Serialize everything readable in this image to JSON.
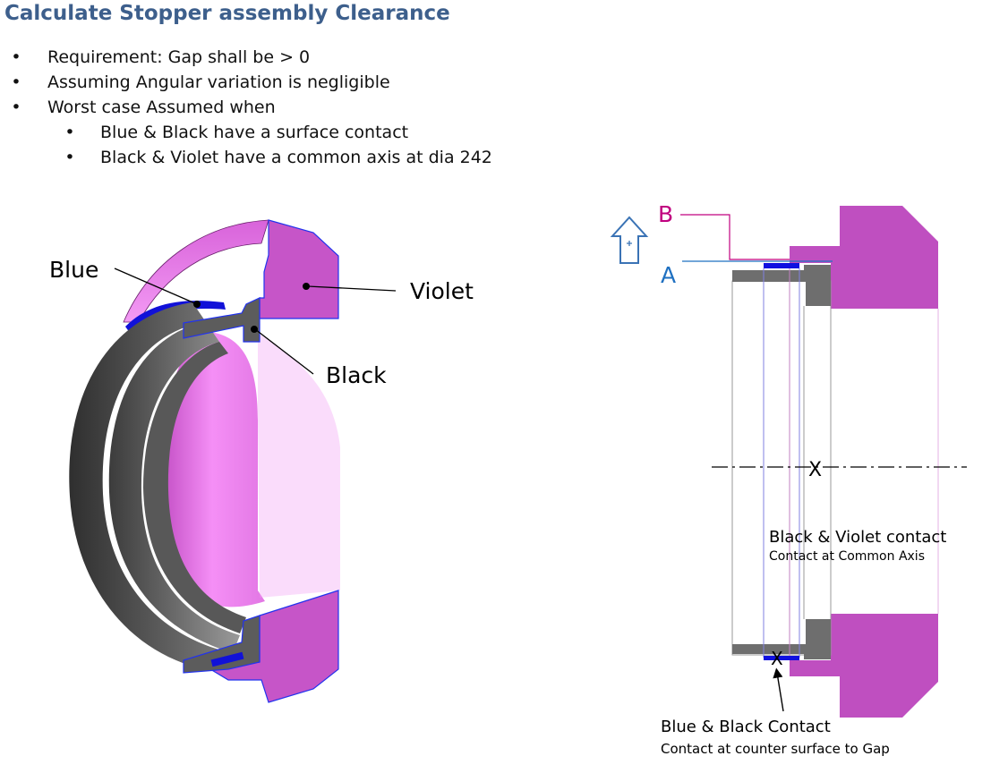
{
  "title": "Calculate Stopper assembly Clearance",
  "bullets": [
    {
      "level": 1,
      "text": "Requirement: Gap shall be > 0"
    },
    {
      "level": 1,
      "text": "Assuming Angular variation is negligible"
    },
    {
      "level": 1,
      "text": "Worst case Assumed when"
    },
    {
      "level": 2,
      "text": "Blue & Black have a surface contact"
    },
    {
      "level": 2,
      "text": "Black & Violet have a common axis at dia 242"
    }
  ],
  "bullet_symbol": "•",
  "model_labels": {
    "blue": "Blue",
    "violet": "Violet",
    "black": "Black"
  },
  "section": {
    "label_b": "B",
    "label_a": "A",
    "center_mark": "X",
    "contact_mark": "X",
    "axis_contact_title": "Black & Violet contact",
    "axis_contact_sub": "Contact at Common Axis",
    "surface_contact_title": "Blue & Black Contact",
    "surface_contact_sub": "Contact at counter surface to Gap"
  },
  "colors": {
    "title": "#3d5f8c",
    "violet": "#bf4fc0",
    "violet_light": "#f08ef2",
    "blue": "#0000e0",
    "black_part": "#6e6e6e",
    "label_b": "#c0007f",
    "label_a": "#1f70c1",
    "up_arrow": "#3a73b5"
  },
  "icons": [
    "up-arrow-icon"
  ]
}
